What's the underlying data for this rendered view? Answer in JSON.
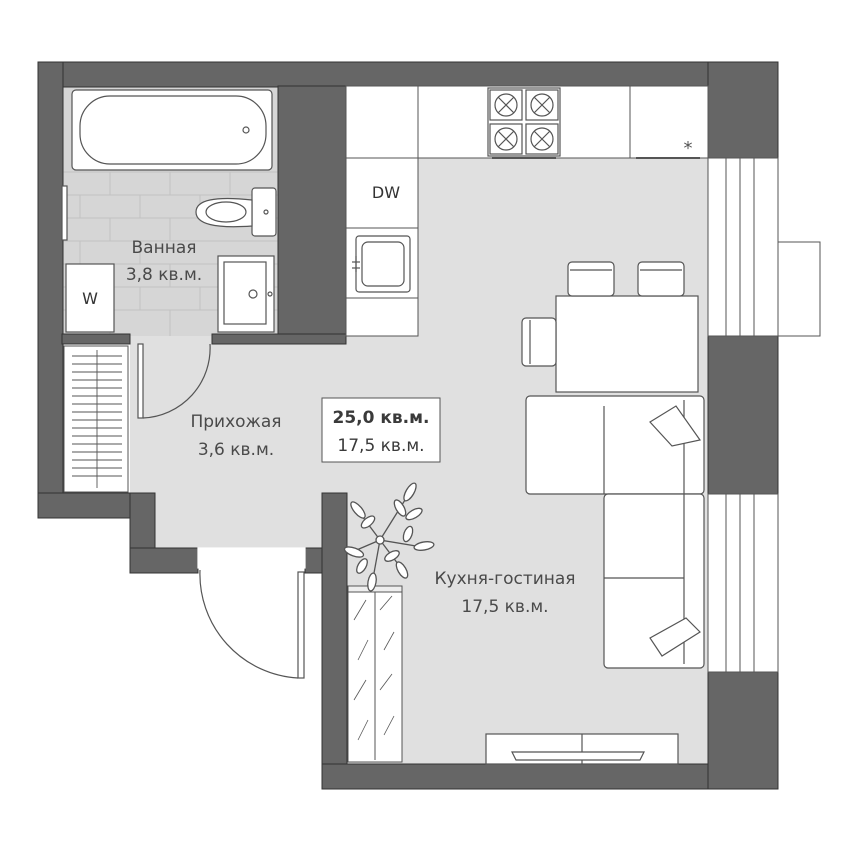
{
  "plan": {
    "bathroom": {
      "name": "Ванная",
      "area": "3,8 кв.м."
    },
    "hallway": {
      "name": "Прихожая",
      "area": "3,6 кв.м."
    },
    "kitchen_living": {
      "name": "Кухня-гостиная",
      "area": "17,5 кв.м."
    },
    "summary": {
      "total": "25,0 кв.м.",
      "living": "17,5 кв.м."
    },
    "fixtures": {
      "dishwasher": "DW",
      "washer": "W",
      "fridge_symbol": "*"
    },
    "colors": {
      "wall": "#666666",
      "floor": "#e0e0e0",
      "tile": "#d6d6d6",
      "line": "#555555",
      "fixture": "#ffffff"
    }
  }
}
